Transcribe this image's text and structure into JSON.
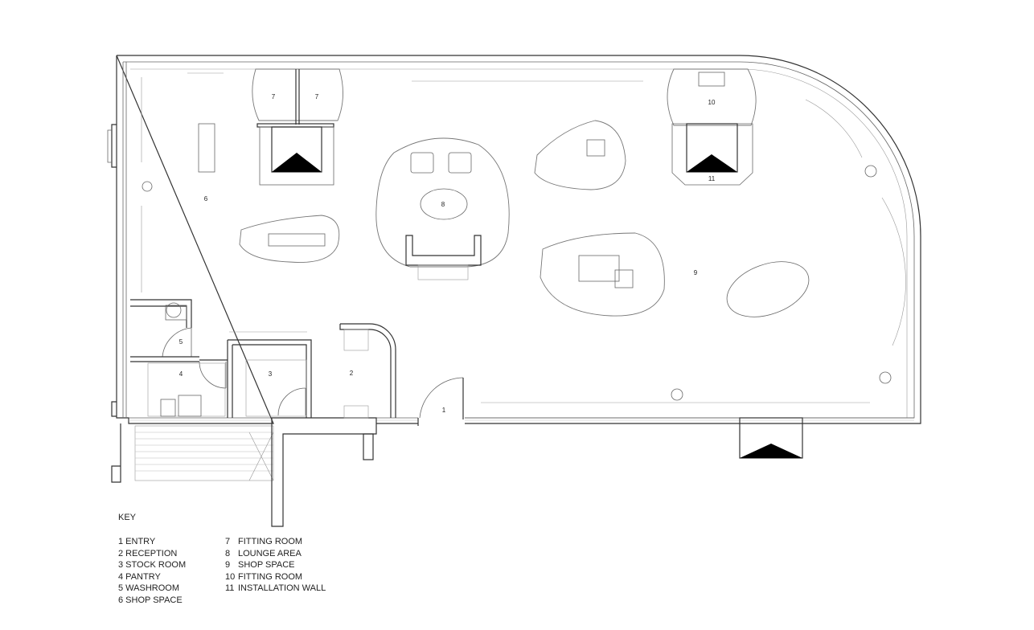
{
  "plan": {
    "room_labels": [
      "1",
      "2",
      "3",
      "4",
      "5",
      "6",
      "7",
      "7",
      "8",
      "9",
      "10",
      "11"
    ]
  },
  "key": {
    "title": "KEY",
    "col1": [
      "1 ENTRY",
      "2 RECEPTION",
      "3 STOCK ROOM",
      "4 PANTRY",
      "5 WASHROOM",
      "6 SHOP SPACE"
    ],
    "col2": [
      {
        "num": "7",
        "name": "FITTING ROOM"
      },
      {
        "num": "8",
        "name": "LOUNGE AREA"
      },
      {
        "num": "9",
        "name": "SHOP SPACE"
      },
      {
        "num": "10",
        "name": "FITTING ROOM"
      },
      {
        "num": "11",
        "name": "INSTALLATION WALL"
      }
    ]
  }
}
